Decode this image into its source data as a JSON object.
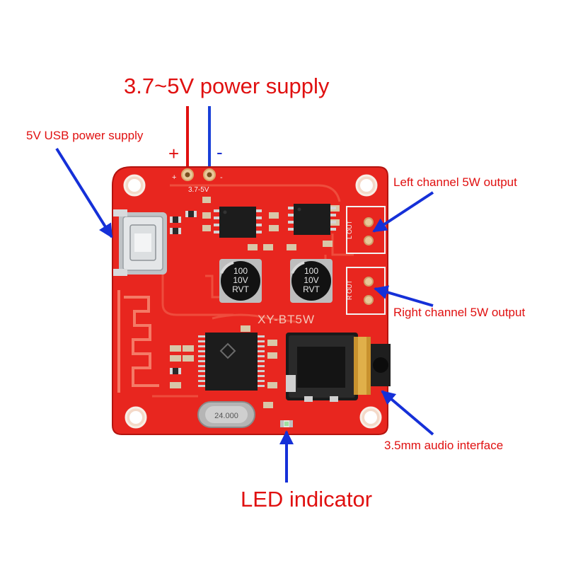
{
  "labels": {
    "power_supply": "3.7~5V power supply",
    "usb_power": "5V USB power supply",
    "left_output": "Left channel 5W output",
    "right_output": "Right channel 5W output",
    "audio_interface": "3.5mm audio interface",
    "led_indicator": "LED indicator",
    "plus": "+",
    "minus": "-"
  },
  "board": {
    "model": "XY-BT5W",
    "voltage_marking": "3.7-5V",
    "left_out_marking": "L OUT",
    "right_out_marking": "R OUT",
    "crystal_marking": "24.000",
    "capacitor_1": [
      "100",
      "10V",
      "RVT"
    ],
    "capacitor_2": [
      "100",
      "10V",
      "RVT"
    ]
  },
  "colors": {
    "pcb": "#e8261f",
    "label_red": "#e01010",
    "label_blue": "#1a2fd0",
    "arrow_blue": "#1530d8",
    "wire_red": "#e01010",
    "wire_blue": "#1a40d8",
    "silkscreen": "#f2f2f2"
  }
}
